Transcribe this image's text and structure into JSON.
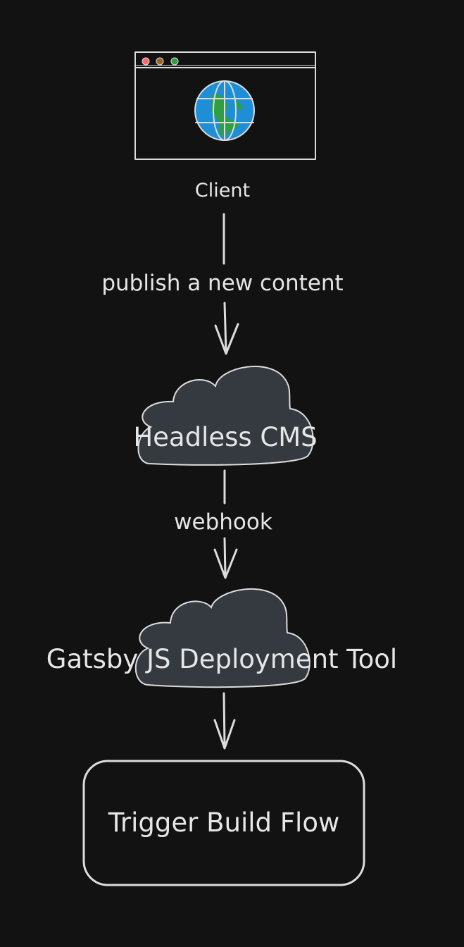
{
  "colors": {
    "background": "#121212",
    "stroke": "#dcdcdc",
    "text": "#e6e6e6",
    "cloud_fill": "#343a40",
    "globe_ocean": "#1e8fd6",
    "globe_land": "#2f9e44",
    "dot_red": "#ff6b6b",
    "dot_brown": "#a0612b",
    "dot_green": "#2f9e44"
  },
  "nodes": {
    "client": {
      "label": "Client",
      "icon": "browser-window-globe-icon"
    },
    "cms": {
      "label": "Headless CMS",
      "shape": "cloud"
    },
    "gatsby": {
      "label": "Gatsby JS Deployment Tool",
      "shape": "cloud"
    },
    "build": {
      "label": "Trigger Build Flow",
      "shape": "rounded-rectangle"
    }
  },
  "edges": [
    {
      "from": "client",
      "to": "cms",
      "label": "publish a new content"
    },
    {
      "from": "cms",
      "to": "gatsby",
      "label": "webhook"
    },
    {
      "from": "gatsby",
      "to": "build",
      "label": ""
    }
  ]
}
